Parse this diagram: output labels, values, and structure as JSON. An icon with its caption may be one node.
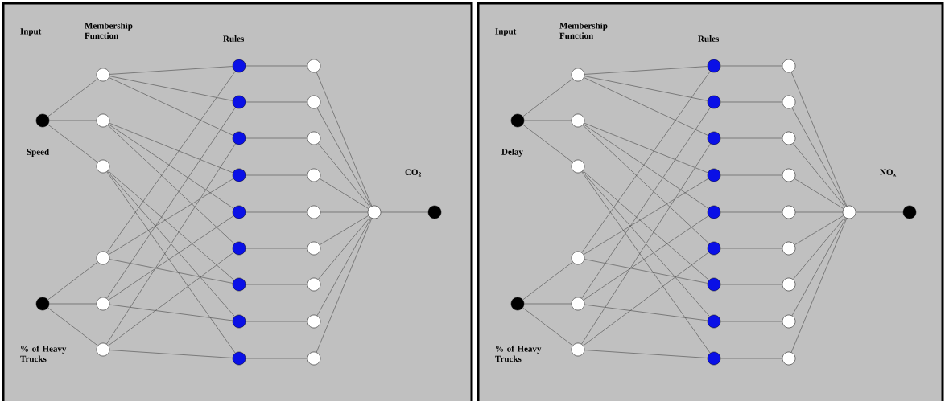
{
  "diagram": {
    "nodes": [
      {
        "text": [],
        "shape": "circle",
        "beside": [
          "Speed"
        ]
      },
      {
        "text": [],
        "shape": "circle",
        "beside": [
          "% of Heavy Trucks"
        ]
      },
      {
        "text": [],
        "shape": "circle"
      },
      {
        "text": [],
        "shape": "circle"
      },
      {
        "text": [],
        "shape": "circle"
      },
      {
        "text": [],
        "shape": "circle"
      },
      {
        "text": [],
        "shape": "circle"
      },
      {
        "text": [],
        "shape": "circle"
      },
      {
        "text": [],
        "shape": "circle"
      },
      {
        "text": [],
        "shape": "circle"
      },
      {
        "text": [],
        "shape": "circle"
      },
      {
        "text": [],
        "shape": "circle"
      },
      {
        "text": [],
        "shape": "circle"
      },
      {
        "text": [],
        "shape": "circle"
      },
      {
        "text": [],
        "shape": "circle"
      },
      {
        "text": [],
        "shape": "circle"
      },
      {
        "text": [],
        "shape": "circle"
      },
      {
        "text": [],
        "shape": "circle"
      },
      {
        "text": [],
        "shape": "circle"
      },
      {
        "text": [],
        "shape": "circle"
      },
      {
        "text": [],
        "shape": "circle"
      },
      {
        "text": [],
        "shape": "circle"
      },
      {
        "text": [],
        "shape": "circle"
      },
      {
        "text": [],
        "shape": "circle"
      },
      {
        "text": [],
        "shape": "circle"
      },
      {
        "text": [],
        "shape": "circle"
      },
      {
        "text": [],
        "shape": "circle"
      },
      {
        "text": [],
        "shape": "circle",
        "beside": [
          "CO$_{2}$"
        ]
      },
      {
        "text": [],
        "shape": "circle",
        "beside": [
          "Delay"
        ]
      },
      {
        "text": [],
        "shape": "circle",
        "beside": [
          "% of Heavy Trucks"
        ]
      },
      {
        "text": [],
        "shape": "circle"
      },
      {
        "text": [],
        "shape": "circle"
      },
      {
        "text": [],
        "shape": "circle"
      },
      {
        "text": [],
        "shape": "circle"
      },
      {
        "text": [],
        "shape": "circle"
      },
      {
        "text": [],
        "shape": "circle"
      },
      {
        "text": [],
        "shape": "circle"
      },
      {
        "text": [],
        "shape": "circle"
      },
      {
        "text": [],
        "shape": "circle"
      },
      {
        "text": [],
        "shape": "circle"
      },
      {
        "text": [],
        "shape": "circle"
      },
      {
        "text": [],
        "shape": "circle"
      },
      {
        "text": [],
        "shape": "circle"
      },
      {
        "text": [],
        "shape": "circle"
      },
      {
        "text": [],
        "shape": "circle"
      },
      {
        "text": [],
        "shape": "circle"
      },
      {
        "text": [],
        "shape": "circle"
      },
      {
        "text": [],
        "shape": "circle"
      },
      {
        "text": [],
        "shape": "circle"
      },
      {
        "text": [],
        "shape": "circle"
      },
      {
        "text": [],
        "shape": "circle"
      },
      {
        "text": [],
        "shape": "circle"
      },
      {
        "text": [],
        "shape": "circle"
      },
      {
        "text": [],
        "shape": "circle"
      },
      {
        "text": [],
        "shape": "circle"
      },
      {
        "text": [],
        "shape": "circle",
        "beside": [
          "NO$_{x}$"
        ]
      }
    ],
    "edges": [
      {
        "from": 0,
        "to": 2,
        "arrow": "none"
      },
      {
        "from": 0,
        "to": 3,
        "arrow": "none"
      },
      {
        "from": 0,
        "to": 4,
        "arrow": "none"
      },
      {
        "from": 1,
        "to": 5,
        "arrow": "none"
      },
      {
        "from": 1,
        "to": 6,
        "arrow": "none"
      },
      {
        "from": 1,
        "to": 7,
        "arrow": "none"
      },
      {
        "from": 2,
        "to": 8,
        "arrow": "none"
      },
      {
        "from": 2,
        "to": 9,
        "arrow": "none"
      },
      {
        "from": 2,
        "to": 10,
        "arrow": "none"
      },
      {
        "from": 3,
        "to": 11,
        "arrow": "none"
      },
      {
        "from": 3,
        "to": 12,
        "arrow": "none"
      },
      {
        "from": 3,
        "to": 13,
        "arrow": "none"
      },
      {
        "from": 4,
        "to": 14,
        "arrow": "none"
      },
      {
        "from": 4,
        "to": 15,
        "arrow": "none"
      },
      {
        "from": 4,
        "to": 16,
        "arrow": "none"
      },
      {
        "from": 5,
        "to": 8,
        "arrow": "none"
      },
      {
        "from": 5,
        "to": 11,
        "arrow": "none"
      },
      {
        "from": 5,
        "to": 14,
        "arrow": "none"
      },
      {
        "from": 6,
        "to": 9,
        "arrow": "none"
      },
      {
        "from": 6,
        "to": 12,
        "arrow": "none"
      },
      {
        "from": 6,
        "to": 15,
        "arrow": "none"
      },
      {
        "from": 7,
        "to": 10,
        "arrow": "none"
      },
      {
        "from": 7,
        "to": 13,
        "arrow": "none"
      },
      {
        "from": 7,
        "to": 16,
        "arrow": "none"
      },
      {
        "from": 8,
        "to": 17,
        "arrow": "none"
      },
      {
        "from": 9,
        "to": 18,
        "arrow": "none"
      },
      {
        "from": 10,
        "to": 19,
        "arrow": "none"
      },
      {
        "from": 11,
        "to": 20,
        "arrow": "none"
      },
      {
        "from": 12,
        "to": 21,
        "arrow": "none"
      },
      {
        "from": 13,
        "to": 22,
        "arrow": "none"
      },
      {
        "from": 14,
        "to": 23,
        "arrow": "none"
      },
      {
        "from": 15,
        "to": 24,
        "arrow": "none"
      },
      {
        "from": 16,
        "to": 25,
        "arrow": "none"
      },
      {
        "from": 17,
        "to": 26,
        "arrow": "none"
      },
      {
        "from": 18,
        "to": 26,
        "arrow": "none"
      },
      {
        "from": 19,
        "to": 26,
        "arrow": "none"
      },
      {
        "from": 20,
        "to": 26,
        "arrow": "none"
      },
      {
        "from": 21,
        "to": 26,
        "arrow": "none"
      },
      {
        "from": 22,
        "to": 26,
        "arrow": "none"
      },
      {
        "from": 23,
        "to": 26,
        "arrow": "none"
      },
      {
        "from": 24,
        "to": 26,
        "arrow": "none"
      },
      {
        "from": 25,
        "to": 26,
        "arrow": "none"
      },
      {
        "from": 26,
        "to": 27,
        "arrow": "none"
      },
      {
        "from": 28,
        "to": 30,
        "arrow": "none"
      },
      {
        "from": 28,
        "to": 31,
        "arrow": "none"
      },
      {
        "from": 28,
        "to": 32,
        "arrow": "none"
      },
      {
        "from": 29,
        "to": 33,
        "arrow": "none"
      },
      {
        "from": 29,
        "to": 34,
        "arrow": "none"
      },
      {
        "from": 29,
        "to": 35,
        "arrow": "none"
      },
      {
        "from": 30,
        "to": 36,
        "arrow": "none"
      },
      {
        "from": 30,
        "to": 37,
        "arrow": "none"
      },
      {
        "from": 30,
        "to": 38,
        "arrow": "none"
      },
      {
        "from": 31,
        "to": 39,
        "arrow": "none"
      },
      {
        "from": 31,
        "to": 40,
        "arrow": "none"
      },
      {
        "from": 31,
        "to": 41,
        "arrow": "none"
      },
      {
        "from": 32,
        "to": 42,
        "arrow": "none"
      },
      {
        "from": 32,
        "to": 43,
        "arrow": "none"
      },
      {
        "from": 32,
        "to": 44,
        "arrow": "none"
      },
      {
        "from": 33,
        "to": 36,
        "arrow": "none"
      },
      {
        "from": 33,
        "to": 39,
        "arrow": "none"
      },
      {
        "from": 33,
        "to": 42,
        "arrow": "none"
      },
      {
        "from": 34,
        "to": 37,
        "arrow": "none"
      },
      {
        "from": 34,
        "to": 40,
        "arrow": "none"
      },
      {
        "from": 34,
        "to": 43,
        "arrow": "none"
      },
      {
        "from": 35,
        "to": 38,
        "arrow": "none"
      },
      {
        "from": 35,
        "to": 41,
        "arrow": "none"
      },
      {
        "from": 35,
        "to": 44,
        "arrow": "none"
      },
      {
        "from": 36,
        "to": 45,
        "arrow": "none"
      },
      {
        "from": 37,
        "to": 46,
        "arrow": "none"
      },
      {
        "from": 38,
        "to": 47,
        "arrow": "none"
      },
      {
        "from": 39,
        "to": 48,
        "arrow": "none"
      },
      {
        "from": 40,
        "to": 49,
        "arrow": "none"
      },
      {
        "from": 41,
        "to": 50,
        "arrow": "none"
      },
      {
        "from": 42,
        "to": 51,
        "arrow": "none"
      },
      {
        "from": 43,
        "to": 52,
        "arrow": "none"
      },
      {
        "from": 44,
        "to": 53,
        "arrow": "none"
      },
      {
        "from": 45,
        "to": 54,
        "arrow": "none"
      },
      {
        "from": 46,
        "to": 54,
        "arrow": "none"
      },
      {
        "from": 47,
        "to": 54,
        "arrow": "none"
      },
      {
        "from": 48,
        "to": 54,
        "arrow": "none"
      },
      {
        "from": 49,
        "to": 54,
        "arrow": "none"
      },
      {
        "from": 50,
        "to": 54,
        "arrow": "none"
      },
      {
        "from": 51,
        "to": 54,
        "arrow": "none"
      },
      {
        "from": 52,
        "to": 54,
        "arrow": "none"
      },
      {
        "from": 53,
        "to": 54,
        "arrow": "none"
      },
      {
        "from": 54,
        "to": 55,
        "arrow": "none"
      }
    ],
    "labels": [
      "Input",
      "Membership Function",
      "Rules",
      "Input",
      "Membership Function",
      "Rules"
    ]
  }
}
